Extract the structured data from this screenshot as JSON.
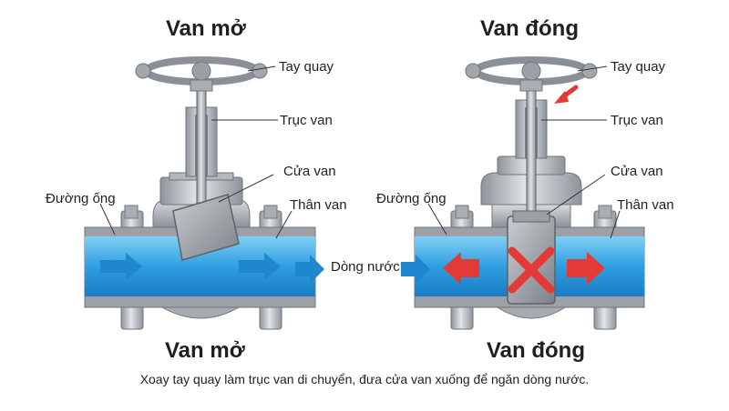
{
  "titles": {
    "open_top": "Van mở",
    "closed_top": "Van đóng",
    "open_bottom": "Van mở",
    "closed_bottom": "Van đóng"
  },
  "open_valve": {
    "handwheel": "Tay quay",
    "stem": "Trục van",
    "gate": "Cửa van",
    "pipe": "Đường ống",
    "body": "Thân van"
  },
  "closed_valve": {
    "handwheel": "Tay quay",
    "stem": "Trục van",
    "gate": "Cửa van",
    "pipe": "Đường ống",
    "body": "Thân van"
  },
  "flow_label": "Dòng nước",
  "caption": "Xoay tay quay làm trục van di chuyển, đưa cửa van xuống để ngăn dòng nước.",
  "colors": {
    "water": "#2f9fe0",
    "flow_arrow": "#1f86d0",
    "stop_arrow": "#e53935",
    "metal": "#b8bcc2"
  }
}
